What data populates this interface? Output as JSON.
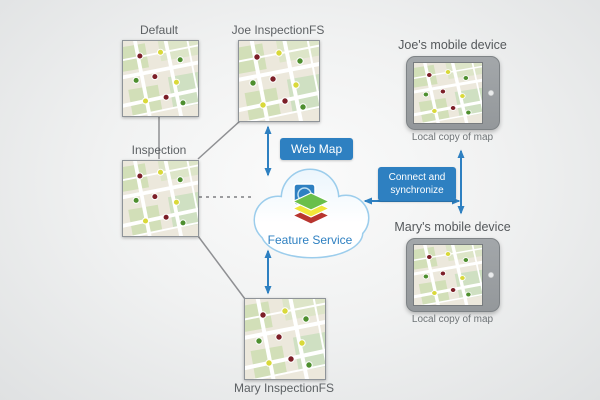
{
  "versions": {
    "default": {
      "label": "Default"
    },
    "joe": {
      "label": "Joe InspectionFS"
    },
    "inspection": {
      "label": "Inspection"
    },
    "mary": {
      "label": "Mary InspectionFS"
    }
  },
  "cloud": {
    "web_map_badge": "Web Map",
    "feature_service_label": "Feature Service"
  },
  "sync": {
    "badge": "Connect and synchronize"
  },
  "devices": {
    "joe": {
      "label": "Joe's mobile device",
      "caption": "Local copy of map"
    },
    "mary": {
      "label": "Mary's mobile device",
      "caption": "Local copy of map"
    }
  },
  "icons": {
    "cloud": "cloud-icon",
    "layers": "feature-service-layers-icon",
    "map": "map-thumbnail",
    "camera": "camera-icon"
  },
  "colors": {
    "accent_blue": "#2e80c1",
    "connector_gray": "#8f9093",
    "label_gray": "#5d6164",
    "badge_text": "#ffffff",
    "map_marker_red": "#7c1f28",
    "map_marker_green": "#4e8f2f",
    "map_marker_yellow": "#d9d93a",
    "map_ground": "#ece8dc",
    "map_park": "#d2dfb8"
  }
}
